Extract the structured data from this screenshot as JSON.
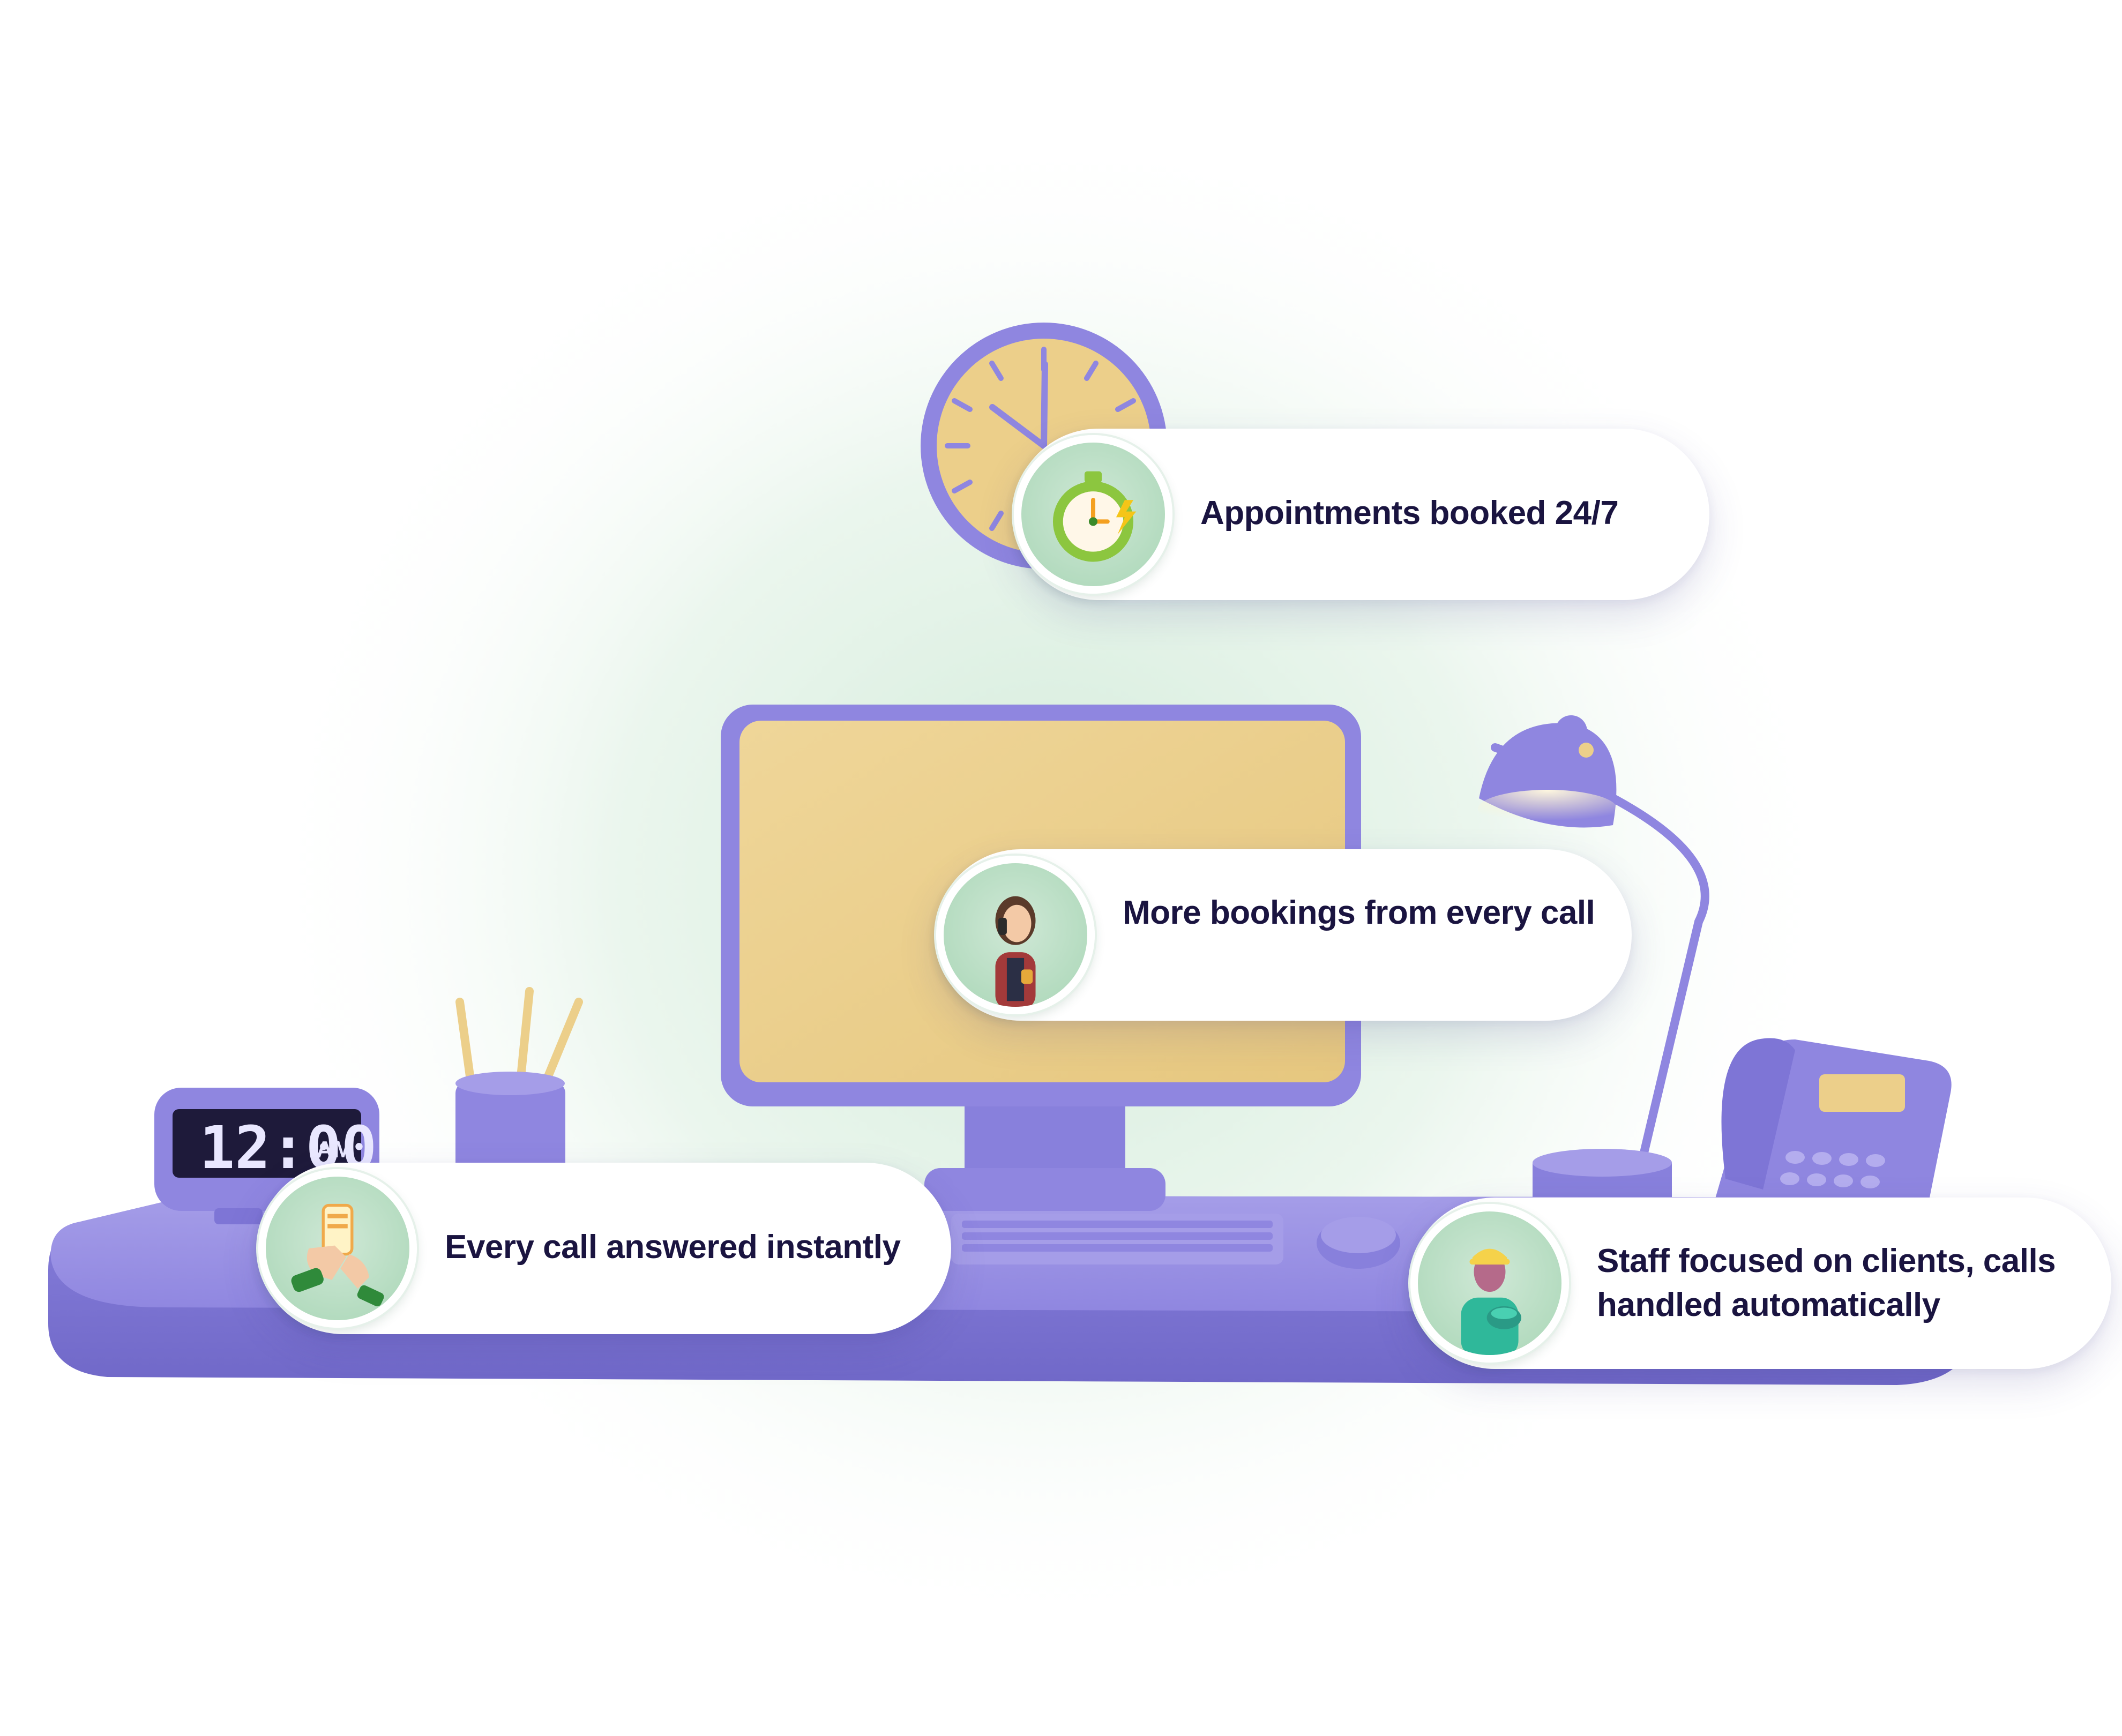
{
  "clock_display": {
    "time": "12:00",
    "period": "AM"
  },
  "callouts": {
    "appointments": {
      "text": "Appointments booked 24/7",
      "icon": "stopwatch-icon"
    },
    "bookings": {
      "text": "More bookings from every call",
      "icon": "woman-on-phone-icon"
    },
    "answered": {
      "text": "Every call answered instantly",
      "icon": "hand-holding-phone-icon"
    },
    "staff": {
      "text": "Staff focused on clients, calls handled automatically",
      "icon": "man-with-telephone-icon"
    }
  },
  "colors": {
    "purple": "#8f86e0",
    "purple_dark": "#6f66c6",
    "screen_yellow": "#ecd08e",
    "avatar_green": "#b3dbbf",
    "text_dark": "#1a1440",
    "glow_green": "#d9eedf"
  }
}
